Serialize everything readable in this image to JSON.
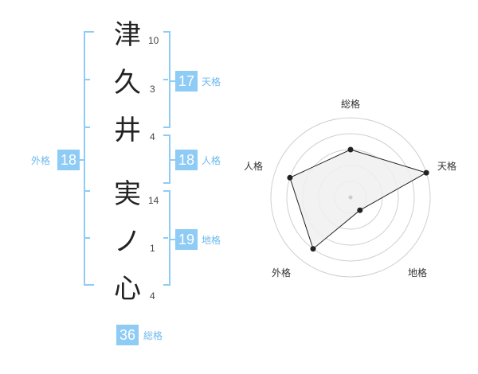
{
  "colors": {
    "accent": "#8ecbf5",
    "accent_text": "#6cb9ec",
    "badge_text": "#ffffff",
    "char_text": "#222222",
    "grid": "#cfcfcf",
    "radar_fill": "#f0f0f0",
    "radar_stroke": "#222222"
  },
  "name_chars": [
    {
      "char": "津",
      "strokes": "10"
    },
    {
      "char": "久",
      "strokes": "3"
    },
    {
      "char": "井",
      "strokes": "4"
    },
    {
      "char": "実",
      "strokes": "14"
    },
    {
      "char": "ノ",
      "strokes": "1"
    },
    {
      "char": "心",
      "strokes": "4"
    }
  ],
  "fortunes": {
    "tenkaku": {
      "value": "17",
      "label": "天格"
    },
    "jinkaku": {
      "value": "18",
      "label": "人格"
    },
    "chikaku": {
      "value": "19",
      "label": "地格"
    },
    "gaikaku": {
      "value": "18",
      "label": "外格"
    },
    "soukaku": {
      "value": "36",
      "label": "総格"
    }
  },
  "radar": {
    "axis_labels": {
      "soukaku": "総格",
      "tenkaku": "天格",
      "chikaku": "地格",
      "gaikaku": "外格",
      "jinkaku": "人格"
    },
    "levels": 5,
    "scores": {
      "soukaku": 3,
      "tenkaku": 5,
      "chikaku": 1,
      "gaikaku": 4,
      "jinkaku": 4
    }
  }
}
